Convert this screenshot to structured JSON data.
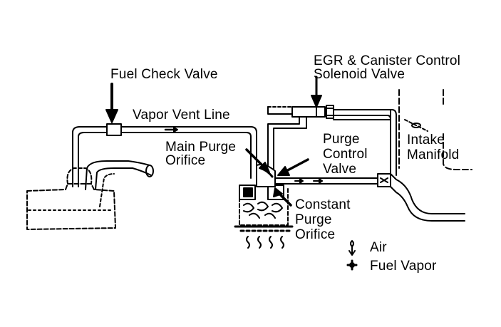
{
  "labels": {
    "fuel_check_valve": "Fuel Check Valve",
    "vapor_vent_line": "Vapor Vent Line",
    "main_purge_orifice": [
      "Main Purge",
      "Orifice"
    ],
    "egr_solenoid": [
      "EGR & Canister Control",
      "Solenoid Valve"
    ],
    "purge_control_valve": [
      "Purge",
      "Control",
      "Valve"
    ],
    "intake_manifold": [
      "Intake",
      "Manifold"
    ],
    "constant_purge_orifice": [
      "Constant",
      "Purge",
      "Orifice"
    ]
  },
  "legend": {
    "air": "Air",
    "fuel_vapor": "Fuel Vapor"
  },
  "icons": {
    "air": "air-flow-arrow-icon",
    "fuel_vapor": "fuel-vapor-arrow-icon"
  },
  "colors": {
    "line": "#000000",
    "background": "#ffffff"
  }
}
